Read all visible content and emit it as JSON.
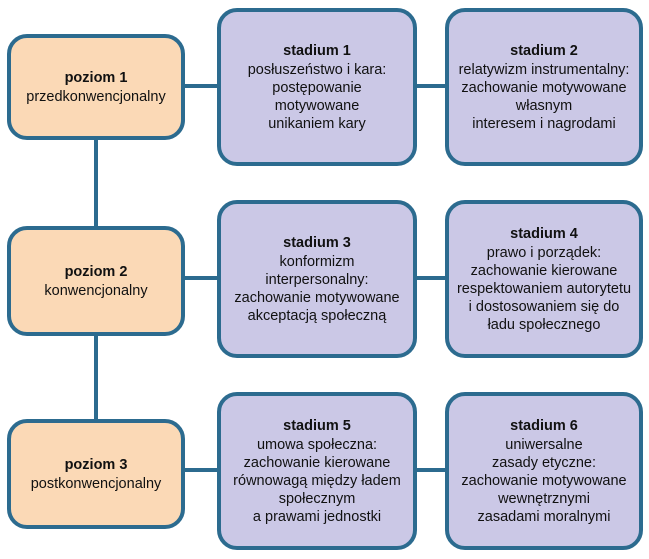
{
  "colors": {
    "border": "#2c6b8f",
    "level_fill": "#fbd9b6",
    "stage_fill": "#cbc8e6",
    "connector": "#2c6b8f"
  },
  "levels": [
    {
      "title": "poziom 1",
      "lines": [
        "przedkonwencjonalny"
      ]
    },
    {
      "title": "poziom 2",
      "lines": [
        "konwencjonalny"
      ]
    },
    {
      "title": "poziom 3",
      "lines": [
        "postkonwencjonalny"
      ]
    }
  ],
  "stages": [
    {
      "title": "stadium 1",
      "lines": [
        "posłuszeństwo i kara:",
        "postępowanie",
        "motywowane",
        "unikaniem kary"
      ]
    },
    {
      "title": "stadium 2",
      "lines": [
        "relatywizm instrumentalny:",
        "zachowanie motywowane",
        "własnym",
        "interesem i nagrodami"
      ]
    },
    {
      "title": "stadium 3",
      "lines": [
        "konformizm",
        "interpersonalny:",
        "zachowanie motywowane",
        "akceptacją społeczną"
      ]
    },
    {
      "title": "stadium 4",
      "lines": [
        "prawo i porządek:",
        "zachowanie kierowane",
        "respektowaniem autorytetu",
        "i dostosowaniem się do",
        "ładu społecznego"
      ]
    },
    {
      "title": "stadium 5",
      "lines": [
        "umowa społeczna:",
        "zachowanie kierowane",
        "równowagą między ładem",
        "społecznym",
        "a prawami jednostki"
      ]
    },
    {
      "title": "stadium 6",
      "lines": [
        "uniwersalne",
        "zasady etyczne:",
        "zachowanie motywowane",
        "wewnętrznymi",
        "zasadami moralnymi"
      ]
    }
  ]
}
